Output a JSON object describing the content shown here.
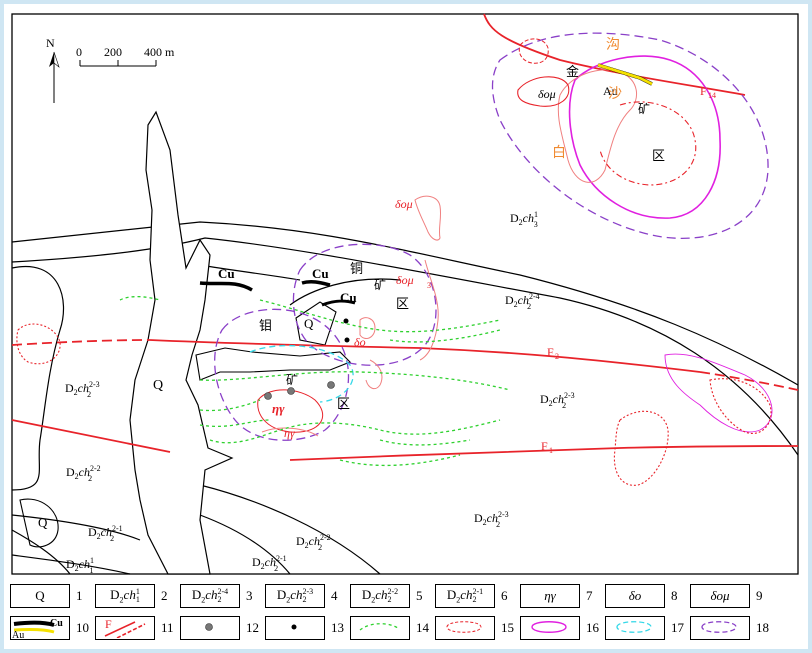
{
  "north": {
    "label": "N"
  },
  "scale": {
    "t0": "0",
    "t1": "200",
    "t2": "400 m"
  },
  "map_labels": {
    "q_main": "Q",
    "q_small": "Q",
    "q_bottom_left": "Q",
    "cu1": "Cu",
    "cu2": "Cu",
    "cu3": "Cu",
    "au": "Au",
    "f14": "F",
    "f14_sub": "14",
    "f2": "F",
    "f2_sub": "2",
    "f1": "F",
    "f1_sub": "1",
    "char_gou": "沟",
    "char_jin": "金",
    "char_sha": "沙",
    "char_bai": "白",
    "char_kuang1": "矿",
    "char_qu1": "区",
    "char_tong": "铜",
    "char_kuang2": "矿",
    "char_qu2": "区",
    "char_mu": "钼",
    "char_kuang3": "矿",
    "char_qu3": "区"
  },
  "rock_labels": [
    {
      "id": "d2ch13",
      "main": "D",
      "s1": "2",
      "mid": "ch",
      "sup": "1",
      "s2": "3"
    },
    {
      "id": "d2ch24",
      "main": "D",
      "s1": "2",
      "mid": "ch",
      "sup": "2-4",
      "s2": "2"
    },
    {
      "id": "d2ch23a",
      "main": "D",
      "s1": "2",
      "mid": "ch",
      "sup": "2-3",
      "s2": "2"
    },
    {
      "id": "d2ch23b",
      "main": "D",
      "s1": "2",
      "mid": "ch",
      "sup": "2-3",
      "s2": "2"
    },
    {
      "id": "d2ch23c",
      "main": "D",
      "s1": "2",
      "mid": "ch",
      "sup": "2-3",
      "s2": "2"
    },
    {
      "id": "d2ch22a",
      "main": "D",
      "s1": "2",
      "mid": "ch",
      "sup": "2-2",
      "s2": "2"
    },
    {
      "id": "d2ch22b",
      "main": "D",
      "s1": "2",
      "mid": "ch",
      "sup": "2-2",
      "s2": "2"
    },
    {
      "id": "d2ch21a",
      "main": "D",
      "s1": "2",
      "mid": "ch",
      "sup": "2-1",
      "s2": "2"
    },
    {
      "id": "d2ch21b",
      "main": "D",
      "s1": "2",
      "mid": "ch",
      "sup": "2-1",
      "s2": "2"
    },
    {
      "id": "d2ch11",
      "main": "D",
      "s1": "2",
      "mid": "ch",
      "sup": "1",
      "s2": "1"
    }
  ],
  "intrusions": {
    "dom_top": "δομ",
    "dom_ne": "δομ",
    "dom_mid": "δομ",
    "dom_mid_sub": "3",
    "do_mid": "δo",
    "eta1": "ηγ",
    "eta2": "ηγ"
  },
  "legend": [
    {
      "num": "1",
      "text": "Q"
    },
    {
      "num": "2",
      "text": "D2ch11"
    },
    {
      "num": "3",
      "text": "D2ch2-42"
    },
    {
      "num": "4",
      "text": "D2ch2-32"
    },
    {
      "num": "5",
      "text": "D2ch2-22"
    },
    {
      "num": "6",
      "text": "D2ch2-12"
    },
    {
      "num": "7",
      "text": "ηγ"
    },
    {
      "num": "8",
      "text": "δo"
    },
    {
      "num": "9",
      "text": "δομ"
    },
    {
      "num": "10",
      "text": "Cu / Au"
    },
    {
      "num": "11",
      "text": "F"
    },
    {
      "num": "12",
      "text": ""
    },
    {
      "num": "13",
      "text": ""
    },
    {
      "num": "14",
      "text": ""
    },
    {
      "num": "15",
      "text": ""
    },
    {
      "num": "16",
      "text": ""
    },
    {
      "num": "17",
      "text": ""
    },
    {
      "num": "18",
      "text": ""
    }
  ],
  "legend_box_labels": {
    "cu": "Cu",
    "au": "Au",
    "f": "F"
  },
  "colors": {
    "fault": "#e8232a",
    "gold_vein": "#f5e100",
    "magenta": "#e020e0",
    "purple_dash": "#8a40c8",
    "green_dot": "#2fd12f",
    "cyan_dash": "#35d8e8",
    "orange_text": "#f08a30",
    "pink_intrusion": "#f08080"
  }
}
